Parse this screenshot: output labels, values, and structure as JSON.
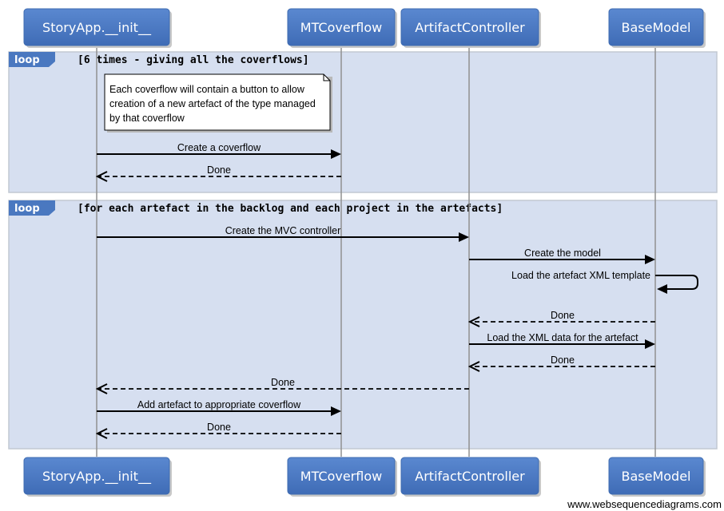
{
  "participants": [
    {
      "id": "storyapp",
      "label": "StoryApp.__init__"
    },
    {
      "id": "mtcoverflow",
      "label": "MTCoverflow"
    },
    {
      "id": "artifactcontroller",
      "label": "ArtifactController"
    },
    {
      "id": "basemodel",
      "label": "BaseModel"
    }
  ],
  "loops": [
    {
      "label": "loop",
      "condition": "[6 times - giving all the coverflows]"
    },
    {
      "label": "loop",
      "condition": "[for each artefact in the backlog and each project in the artefacts]"
    }
  ],
  "note": {
    "lines": [
      "Each coverflow will contain a button to allow",
      "creation of a new artefact of the type managed",
      "by that coverflow"
    ]
  },
  "messages": [
    {
      "from": "storyapp",
      "to": "mtcoverflow",
      "text": "Create a coverflow",
      "kind": "call"
    },
    {
      "from": "mtcoverflow",
      "to": "storyapp",
      "text": "Done",
      "kind": "return"
    },
    {
      "from": "storyapp",
      "to": "artifactcontroller",
      "text": "Create the MVC controller",
      "kind": "call"
    },
    {
      "from": "artifactcontroller",
      "to": "basemodel",
      "text": "Create the model",
      "kind": "call"
    },
    {
      "from": "basemodel",
      "to": "basemodel",
      "text": "Load the artefact XML template",
      "kind": "self"
    },
    {
      "from": "basemodel",
      "to": "artifactcontroller",
      "text": "Done",
      "kind": "return"
    },
    {
      "from": "artifactcontroller",
      "to": "basemodel",
      "text": "Load the XML data for the artefact",
      "kind": "call"
    },
    {
      "from": "basemodel",
      "to": "artifactcontroller",
      "text": "Done",
      "kind": "return"
    },
    {
      "from": "artifactcontroller",
      "to": "storyapp",
      "text": "Done",
      "kind": "return"
    },
    {
      "from": "storyapp",
      "to": "mtcoverflow",
      "text": "Add artefact to appropriate coverflow",
      "kind": "call"
    },
    {
      "from": "mtcoverflow",
      "to": "storyapp",
      "text": "Done",
      "kind": "return"
    }
  ],
  "watermark": "www.websequencediagrams.com",
  "colors": {
    "actor_fill": "#4a78c0",
    "loop_fill": "#d6dff0",
    "loop_tab": "#4a78c0"
  }
}
